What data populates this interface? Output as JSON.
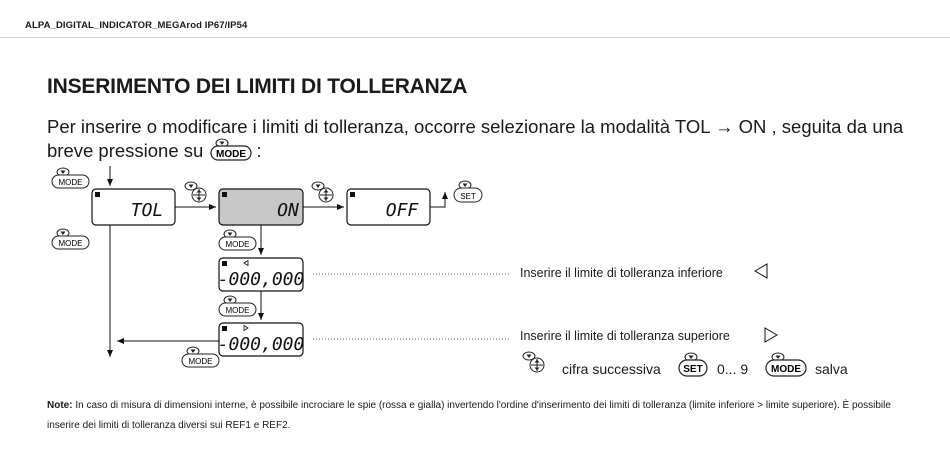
{
  "header": {
    "title": "ALPA_DIGITAL_INDICATOR_MEGArod IP67/IP54"
  },
  "section": {
    "title": "INSERIMENTO DEI LIMITI DI TOLLERANZA"
  },
  "intro": {
    "text_before": "Per inserire o modificare i limiti di tolleranza, occorre selezionare la modalità TOL → ON , seguita da una breve pressione su",
    "text_after": ":"
  },
  "buttons": {
    "mode": "MODE",
    "set": "SET"
  },
  "displays": {
    "tol": "TOL",
    "on": "ON",
    "off": "OFF",
    "lower_value": "-000,000",
    "upper_value": "-000,000"
  },
  "labels": {
    "lower": "Inserire il limite di tolleranza inferiore",
    "upper": "Inserire il limite di tolleranza superiore"
  },
  "legend": {
    "next_digit": "cifra successiva",
    "digits": "0... 9",
    "save": "salva"
  },
  "note": {
    "label": "Note:",
    "text": "In caso di misura di dimensioni interne, è possibile incrociare le spie (rossa e gialla) invertendo l'ordine d'inserimento dei limiti di tolleranza (limite inferiore > limite superiore). È possibile inserire dei limiti di tolleranza diversi sui REF1 e REF2."
  },
  "icons": [
    "press-icon",
    "arrow-icon",
    "triangle-left-icon",
    "triangle-right-icon"
  ]
}
